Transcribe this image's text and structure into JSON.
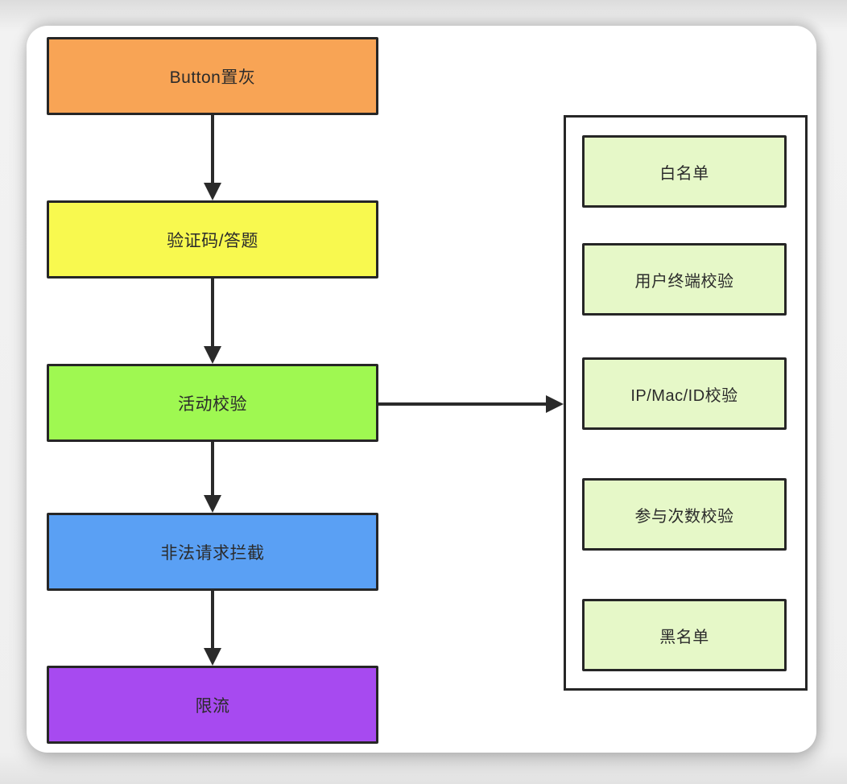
{
  "diagram": {
    "flow_steps": [
      {
        "label": "Button置灰",
        "fill": "#F8A455"
      },
      {
        "label": "验证码/答题",
        "fill": "#F8F94F"
      },
      {
        "label": "活动校验",
        "fill": "#9FF851"
      },
      {
        "label": "非法请求拦截",
        "fill": "#5AA0F4"
      },
      {
        "label": "限流",
        "fill": "#A74AF0"
      }
    ],
    "checks_panel": {
      "items": [
        {
          "label": "白名单",
          "fill": "#E6F8C8"
        },
        {
          "label": "用户终端校验",
          "fill": "#E6F8C8"
        },
        {
          "label": "IP/Mac/ID校验",
          "fill": "#E6F8C8"
        },
        {
          "label": "参与次数校验",
          "fill": "#E6F8C8"
        },
        {
          "label": "黑名单",
          "fill": "#E6F8C8"
        }
      ]
    },
    "connections": [
      {
        "from": "Button置灰",
        "to": "验证码/答题",
        "direction": "down"
      },
      {
        "from": "验证码/答题",
        "to": "活动校验",
        "direction": "down"
      },
      {
        "from": "活动校验",
        "to": "非法请求拦截",
        "direction": "down"
      },
      {
        "from": "非法请求拦截",
        "to": "限流",
        "direction": "down"
      },
      {
        "from": "活动校验",
        "to": "checks-panel",
        "direction": "right"
      }
    ],
    "colors": {
      "stroke": "#2A2A2A",
      "canvas": "#FFFFFF",
      "page_background": "#EDEDED"
    }
  }
}
